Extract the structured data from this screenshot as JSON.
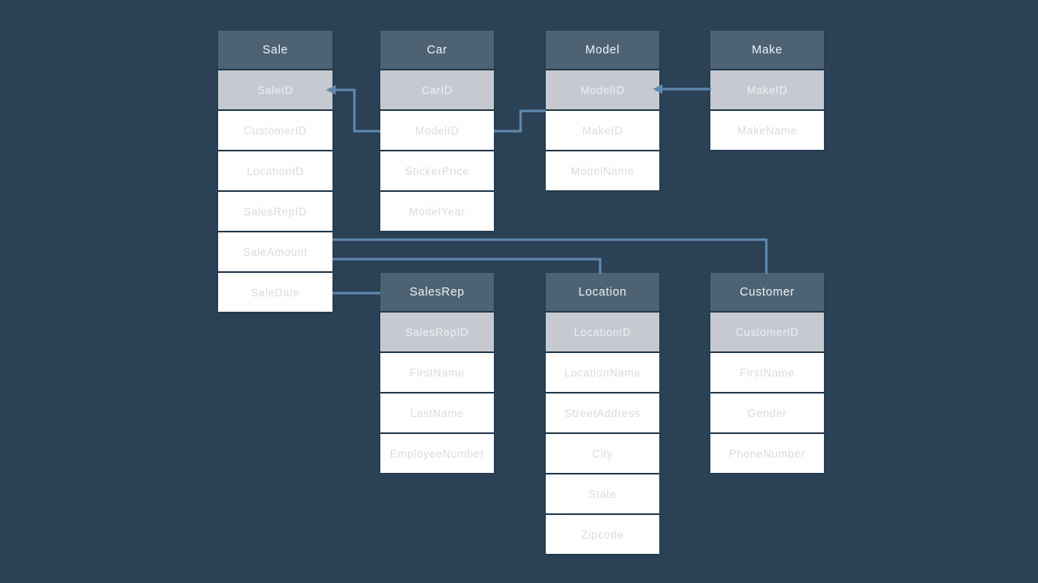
{
  "diagram": {
    "type": "entity-relationship-schema",
    "subject": "Car sales database schema",
    "colors": {
      "bg": "#2a4156",
      "header": "#4d6373",
      "header-text": "#eef2f5",
      "pk": "#c6cad0",
      "pk-text": "#edeff2",
      "row": "#ffffff",
      "row-text": "#d8dbde",
      "line": "#6089ad"
    },
    "tables": [
      {
        "name": "Sale",
        "fields": [
          {
            "label": "SaleID",
            "pk": true
          },
          {
            "label": "CustomerID"
          },
          {
            "label": "LocationID"
          },
          {
            "label": "SalesRepID"
          },
          {
            "label": "SaleAmount"
          },
          {
            "label": "SaleDate"
          }
        ]
      },
      {
        "name": "Car",
        "fields": [
          {
            "label": "CarID",
            "pk": true
          },
          {
            "label": "ModelID"
          },
          {
            "label": "StickerPrice"
          },
          {
            "label": "ModelYear"
          }
        ]
      },
      {
        "name": "Model",
        "fields": [
          {
            "label": "ModelID",
            "pk": true
          },
          {
            "label": "MakeID"
          },
          {
            "label": "ModelName"
          }
        ]
      },
      {
        "name": "Make",
        "fields": [
          {
            "label": "MakeID",
            "pk": true
          },
          {
            "label": "MakeName"
          }
        ]
      },
      {
        "name": "SalesRep",
        "fields": [
          {
            "label": "SalesRepID",
            "pk": true
          },
          {
            "label": "FirstName"
          },
          {
            "label": "LastName"
          },
          {
            "label": "EmployeeNumber"
          }
        ]
      },
      {
        "name": "Location",
        "fields": [
          {
            "label": "LocationID",
            "pk": true
          },
          {
            "label": "LocationName"
          },
          {
            "label": "StreetAddress"
          },
          {
            "label": "City"
          },
          {
            "label": "State"
          },
          {
            "label": "Zipcode"
          }
        ]
      },
      {
        "name": "Customer",
        "fields": [
          {
            "label": "CustomerID",
            "pk": true
          },
          {
            "label": "FirstName"
          },
          {
            "label": "Gender"
          },
          {
            "label": "PhoneNumber"
          }
        ]
      }
    ],
    "relationships": [
      {
        "from": "Car.ModelID",
        "to": "Sale.SaleID",
        "arrow_at": "Sale.SaleID"
      },
      {
        "from": "Car.ModelID",
        "to": "Model.ModelID"
      },
      {
        "from": "Make.MakeID",
        "to": "Model.ModelID",
        "arrow_at": "Model.ModelID"
      },
      {
        "from": "Sale",
        "to": "Customer"
      },
      {
        "from": "Sale",
        "to": "Location"
      },
      {
        "from": "Sale",
        "to": "SalesRep"
      }
    ]
  }
}
